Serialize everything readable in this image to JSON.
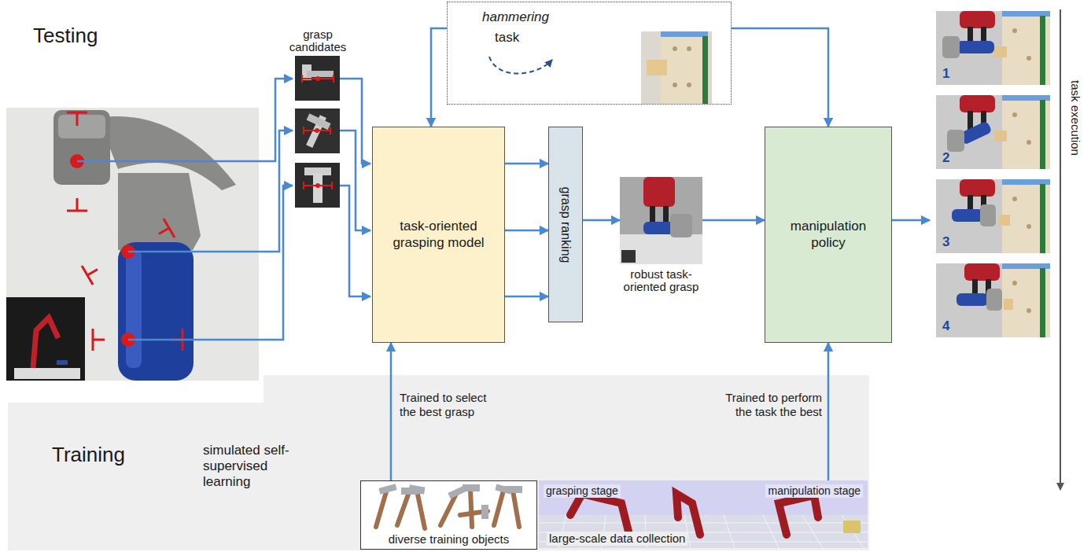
{
  "diagram": {
    "nodes": [
      {
        "text": [
          "hammering",
          "task"
        ]
      },
      {
        "text": [
          "task-oriented grasping model"
        ]
      },
      {
        "text": [
          "grasp ranking"
        ]
      },
      {
        "text": [
          "robust task-oriented grasp"
        ]
      },
      {
        "text": [
          "manipulation policy"
        ]
      },
      {
        "text": [
          "Training",
          "simulated self-supervised learning"
        ]
      },
      {
        "text": [
          "diverse training objects"
        ],
        "in": 5
      },
      {
        "text": [
          "grasping stage",
          "manipulation stage",
          "large-scale data collection"
        ],
        "in": 5
      }
    ],
    "edges": [
      {
        "from": 0,
        "to": 1,
        "arrow": "to"
      },
      {
        "from": 0,
        "to": 4,
        "arrow": "to"
      },
      {
        "from": 1,
        "to": 2,
        "arrow": "to"
      },
      {
        "from": 1,
        "to": 2,
        "arrow": "to"
      },
      {
        "from": 1,
        "to": 2,
        "arrow": "to"
      },
      {
        "from": 2,
        "to": 3,
        "arrow": "to"
      },
      {
        "from": 3,
        "to": 4,
        "arrow": "to"
      },
      {
        "from": 6,
        "to": 1,
        "label": "Trained to select the best grasp",
        "arrow": "to"
      },
      {
        "from": 7,
        "to": 4,
        "label": "Trained to perform the task the best",
        "arrow": "to"
      }
    ],
    "labels": [
      "Testing",
      "grasp candidates",
      "task execution",
      "1",
      "2",
      "3",
      "4"
    ]
  }
}
